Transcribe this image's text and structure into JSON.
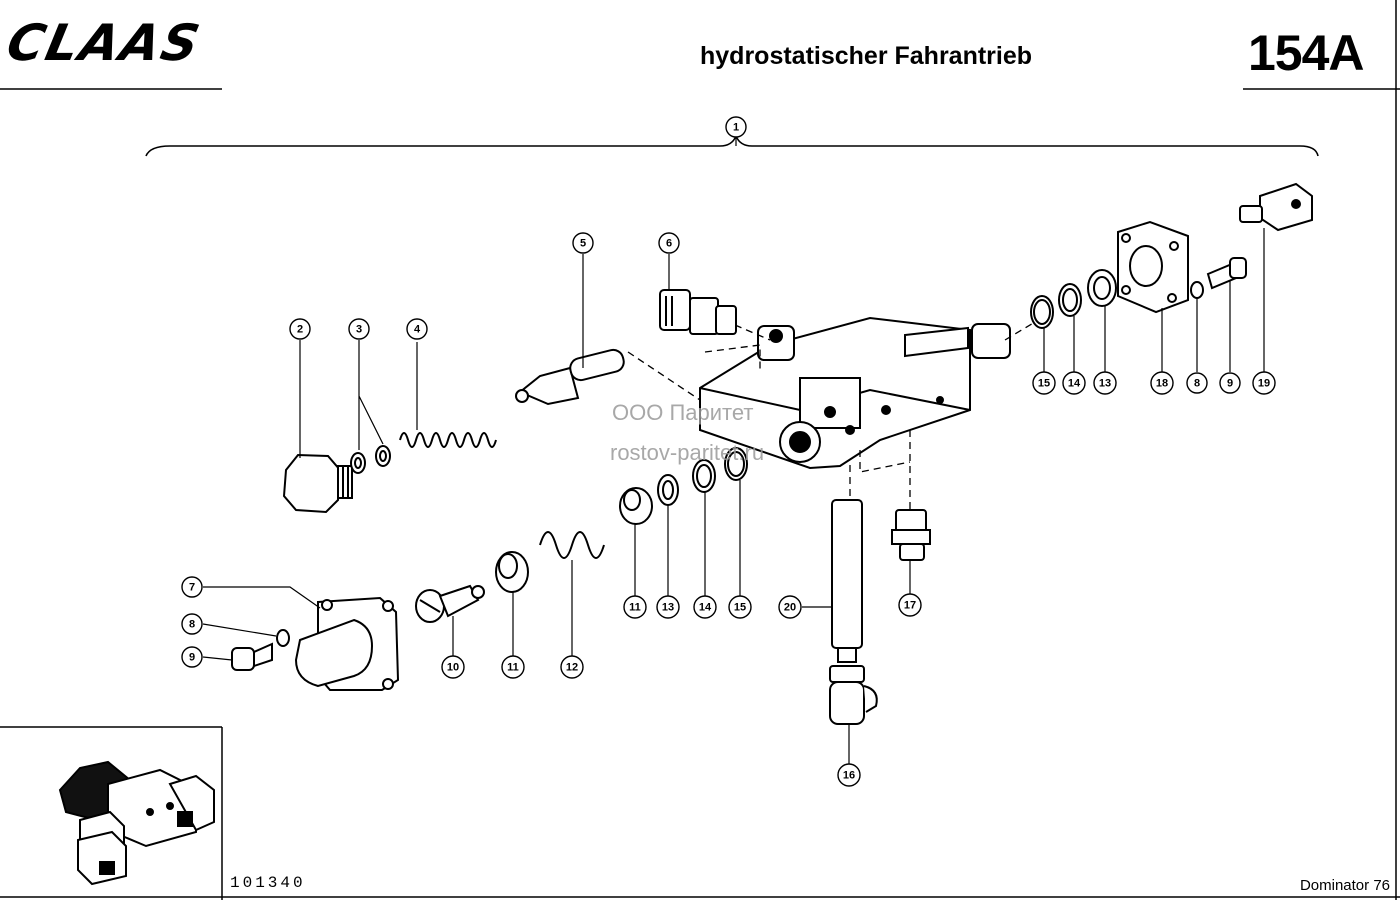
{
  "header": {
    "brand": "CLAAS",
    "title": "hydrostatischer Fahrantrieb",
    "page_number": "154A"
  },
  "footer": {
    "drawing_number": "101340",
    "model": "Dominator 76"
  },
  "watermark": {
    "line1": "ООО Паритет",
    "line2": "rostov-paritet.ru"
  },
  "callouts": [
    "1",
    "2",
    "3",
    "4",
    "5",
    "6",
    "7",
    "8",
    "9",
    "10",
    "11",
    "11",
    "12",
    "13",
    "14",
    "15",
    "16",
    "17",
    "18",
    "19",
    "20",
    "15",
    "14",
    "13",
    "8",
    "9"
  ]
}
